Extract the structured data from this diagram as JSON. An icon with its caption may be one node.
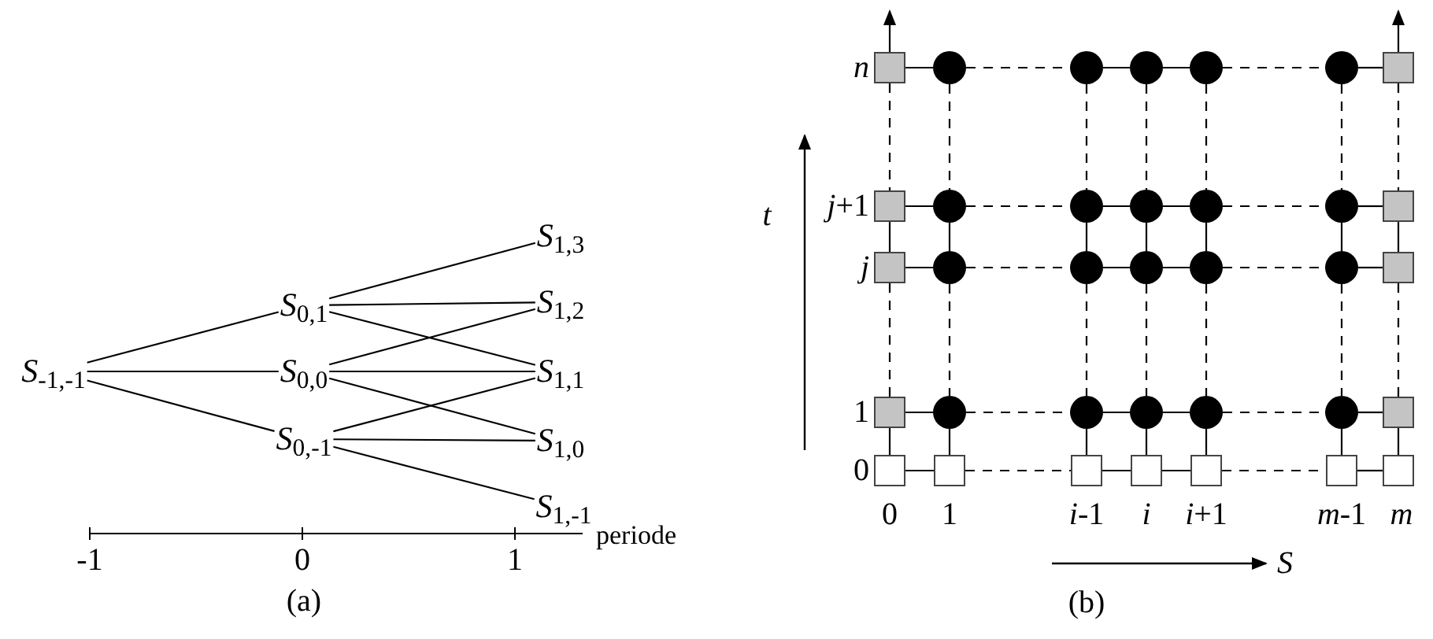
{
  "diagram": {
    "nodes": [
      {
        "text": [
          "*S*$_{-1,-1}$"
        ]
      },
      {
        "text": [
          "*S*$_{0,1}$"
        ]
      },
      {
        "text": [
          "*S*$_{0,0}$"
        ]
      },
      {
        "text": [
          "*S*$_{0,-1}$"
        ]
      },
      {
        "text": [
          "*S*$_{1,3}$"
        ]
      },
      {
        "text": [
          "*S*$_{1,2}$"
        ]
      },
      {
        "text": [
          "*S*$_{1,1}$"
        ]
      },
      {
        "text": [
          "*S*$_{1,0}$"
        ]
      },
      {
        "text": [
          "*S*$_{1,-1}$"
        ]
      },
      {
        "text": [],
        "shape": "box"
      },
      {
        "text": [],
        "shape": "circle"
      },
      {
        "text": [],
        "shape": "circle"
      },
      {
        "text": [],
        "shape": "circle"
      },
      {
        "text": [],
        "shape": "circle"
      },
      {
        "text": [],
        "shape": "circle"
      },
      {
        "text": [],
        "shape": "box"
      },
      {
        "text": [],
        "shape": "box"
      },
      {
        "text": [],
        "shape": "circle"
      },
      {
        "text": [],
        "shape": "circle"
      },
      {
        "text": [],
        "shape": "circle"
      },
      {
        "text": [],
        "shape": "circle"
      },
      {
        "text": [],
        "shape": "circle"
      },
      {
        "text": [],
        "shape": "box"
      },
      {
        "text": [],
        "shape": "box"
      },
      {
        "text": [],
        "shape": "circle"
      },
      {
        "text": [],
        "shape": "circle"
      },
      {
        "text": [],
        "shape": "circle"
      },
      {
        "text": [],
        "shape": "circle"
      },
      {
        "text": [],
        "shape": "circle"
      },
      {
        "text": [],
        "shape": "box"
      },
      {
        "text": [],
        "shape": "box"
      },
      {
        "text": [],
        "shape": "circle"
      },
      {
        "text": [],
        "shape": "circle"
      },
      {
        "text": [],
        "shape": "circle"
      },
      {
        "text": [],
        "shape": "circle"
      },
      {
        "text": [],
        "shape": "circle"
      },
      {
        "text": [],
        "shape": "box"
      },
      {
        "text": [],
        "shape": "box"
      },
      {
        "text": [],
        "shape": "box"
      },
      {
        "text": [],
        "shape": "box"
      },
      {
        "text": [],
        "shape": "box"
      },
      {
        "text": [],
        "shape": "box"
      },
      {
        "text": [],
        "shape": "box"
      },
      {
        "text": [],
        "shape": "box"
      }
    ],
    "edges": [
      {
        "from": 0,
        "to": 1,
        "arrow": "none"
      },
      {
        "from": 0,
        "to": 2,
        "arrow": "none"
      },
      {
        "from": 0,
        "to": 3,
        "arrow": "none"
      },
      {
        "from": 1,
        "to": 4,
        "arrow": "none"
      },
      {
        "from": 1,
        "to": 5,
        "arrow": "none"
      },
      {
        "from": 1,
        "to": 6,
        "arrow": "none"
      },
      {
        "from": 2,
        "to": 5,
        "arrow": "none"
      },
      {
        "from": 2,
        "to": 6,
        "arrow": "none"
      },
      {
        "from": 2,
        "to": 7,
        "arrow": "none"
      },
      {
        "from": 3,
        "to": 6,
        "arrow": "none"
      },
      {
        "from": 3,
        "to": 7,
        "arrow": "none"
      },
      {
        "from": 3,
        "to": 8,
        "arrow": "none"
      },
      {
        "from": 9,
        "to": 10,
        "arrow": "none"
      },
      {
        "from": 10,
        "to": 11,
        "arrow": "none",
        "style": "dashed"
      },
      {
        "from": 11,
        "to": 12,
        "arrow": "none"
      },
      {
        "from": 12,
        "to": 13,
        "arrow": "none"
      },
      {
        "from": 13,
        "to": 14,
        "arrow": "none",
        "style": "dashed"
      },
      {
        "from": 14,
        "to": 15,
        "arrow": "none"
      },
      {
        "from": 16,
        "to": 17,
        "arrow": "none"
      },
      {
        "from": 17,
        "to": 18,
        "arrow": "none",
        "style": "dashed"
      },
      {
        "from": 18,
        "to": 19,
        "arrow": "none"
      },
      {
        "from": 19,
        "to": 20,
        "arrow": "none"
      },
      {
        "from": 20,
        "to": 21,
        "arrow": "none",
        "style": "dashed"
      },
      {
        "from": 21,
        "to": 22,
        "arrow": "none"
      },
      {
        "from": 23,
        "to": 24,
        "arrow": "none"
      },
      {
        "from": 24,
        "to": 25,
        "arrow": "none",
        "style": "dashed"
      },
      {
        "from": 25,
        "to": 26,
        "arrow": "none"
      },
      {
        "from": 26,
        "to": 27,
        "arrow": "none"
      },
      {
        "from": 27,
        "to": 28,
        "arrow": "none",
        "style": "dashed"
      },
      {
        "from": 28,
        "to": 29,
        "arrow": "none"
      },
      {
        "from": 30,
        "to": 31,
        "arrow": "none"
      },
      {
        "from": 31,
        "to": 32,
        "arrow": "none",
        "style": "dashed"
      },
      {
        "from": 32,
        "to": 33,
        "arrow": "none"
      },
      {
        "from": 33,
        "to": 34,
        "arrow": "none"
      },
      {
        "from": 34,
        "to": 35,
        "arrow": "none",
        "style": "dashed"
      },
      {
        "from": 35,
        "to": 36,
        "arrow": "none"
      },
      {
        "from": 37,
        "to": 38,
        "arrow": "none"
      },
      {
        "from": 38,
        "to": 39,
        "arrow": "none",
        "style": "dashed"
      },
      {
        "from": 39,
        "to": 40,
        "arrow": "none"
      },
      {
        "from": 40,
        "to": 41,
        "arrow": "none"
      },
      {
        "from": 41,
        "to": 42,
        "arrow": "none",
        "style": "dashed"
      },
      {
        "from": 42,
        "to": 43,
        "arrow": "none"
      },
      {
        "from": 9,
        "to": 16,
        "arrow": "none",
        "style": "dashed"
      },
      {
        "from": 16,
        "to": 23,
        "arrow": "none"
      },
      {
        "from": 23,
        "to": 30,
        "arrow": "none",
        "style": "dashed"
      },
      {
        "from": 30,
        "to": 37,
        "arrow": "none"
      },
      {
        "from": 10,
        "to": 17,
        "arrow": "none",
        "style": "dashed"
      },
      {
        "from": 17,
        "to": 24,
        "arrow": "none"
      },
      {
        "from": 24,
        "to": 31,
        "arrow": "none",
        "style": "dashed"
      },
      {
        "from": 31,
        "to": 38,
        "arrow": "none"
      },
      {
        "from": 11,
        "to": 18,
        "arrow": "none",
        "style": "dashed"
      },
      {
        "from": 18,
        "to": 25,
        "arrow": "none"
      },
      {
        "from": 25,
        "to": 32,
        "arrow": "none",
        "style": "dashed"
      },
      {
        "from": 32,
        "to": 39,
        "arrow": "none"
      },
      {
        "from": 12,
        "to": 19,
        "arrow": "none",
        "style": "dashed"
      },
      {
        "from": 19,
        "to": 26,
        "arrow": "none"
      },
      {
        "from": 26,
        "to": 33,
        "arrow": "none",
        "style": "dashed"
      },
      {
        "from": 33,
        "to": 40,
        "arrow": "none"
      },
      {
        "from": 13,
        "to": 20,
        "arrow": "none",
        "style": "dashed"
      },
      {
        "from": 20,
        "to": 27,
        "arrow": "none"
      },
      {
        "from": 27,
        "to": 34,
        "arrow": "none",
        "style": "dashed"
      },
      {
        "from": 34,
        "to": 41,
        "arrow": "none"
      },
      {
        "from": 14,
        "to": 21,
        "arrow": "none",
        "style": "dashed"
      },
      {
        "from": 21,
        "to": 28,
        "arrow": "none"
      },
      {
        "from": 28,
        "to": 35,
        "arrow": "none",
        "style": "dashed"
      },
      {
        "from": 35,
        "to": 42,
        "arrow": "none"
      },
      {
        "from": 15,
        "to": 22,
        "arrow": "none",
        "style": "dashed"
      },
      {
        "from": 22,
        "to": 29,
        "arrow": "none"
      },
      {
        "from": 29,
        "to": 36,
        "arrow": "none",
        "style": "dashed"
      },
      {
        "from": 36,
        "to": 43,
        "arrow": "none"
      },
      {
        "from": 9,
        "to": null,
        "arrow": "to"
      },
      {
        "from": 15,
        "to": null,
        "arrow": "to"
      }
    ],
    "labels": [
      "-1",
      "0",
      "1",
      "periode",
      "(a)",
      "n",
      "*j*+1",
      "j",
      "1",
      "0",
      "t",
      "0",
      "1",
      "*i*-1",
      "i",
      "*i*+1",
      "*m*-1",
      "m",
      "S",
      "(b)"
    ]
  }
}
